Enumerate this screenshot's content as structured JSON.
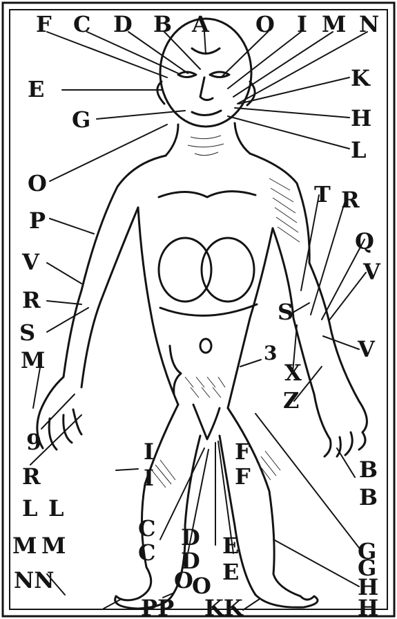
{
  "figure": {
    "labels": {
      "top": [
        "F",
        "C",
        "D",
        "B",
        "A",
        "O",
        "I",
        "M",
        "N"
      ],
      "head_left": [
        "E",
        "G"
      ],
      "head_right": [
        "K",
        "H",
        "L"
      ],
      "torso_left": [
        "O",
        "P",
        "V",
        "R",
        "S"
      ],
      "arm_right": [
        "T",
        "R",
        "Q",
        "V",
        "S",
        "V",
        "X",
        "Z",
        "3"
      ],
      "hand_left": [
        "M",
        "9",
        "R"
      ],
      "legs_left": [
        "I",
        "I",
        "L",
        "L",
        "M",
        "M",
        "NN"
      ],
      "center": [
        "C",
        "C",
        "D",
        "D",
        "O",
        "O",
        "F",
        "F",
        "E",
        "E",
        "PP",
        "KK"
      ],
      "legs_right": [
        "B",
        "B",
        "G",
        "G",
        "H",
        "H"
      ]
    }
  }
}
